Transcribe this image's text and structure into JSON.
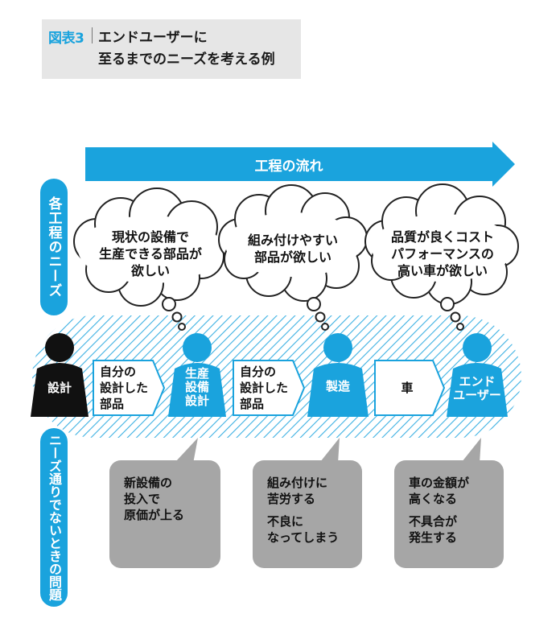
{
  "header": {
    "figure_number": "図表3",
    "title_line1": "エンドユーザーに",
    "title_line2": "至るまでのニーズを考える例"
  },
  "flow_arrow": {
    "label": "工程の流れ"
  },
  "side_labels": {
    "needs": "各工程のニーズ",
    "problems": "ニーズ通りでないときの問題"
  },
  "needs_bubbles": [
    {
      "lines": [
        "現状の設備で",
        "生産できる部品が",
        "欲しい"
      ]
    },
    {
      "lines": [
        "組み付けやすい",
        "部品が欲しい"
      ]
    },
    {
      "lines": [
        "品質が良くコスト",
        "パフォーマンスの",
        "高い車が欲しい"
      ]
    }
  ],
  "actors": [
    {
      "lines": [
        "設計"
      ]
    },
    {
      "lines": [
        "生産",
        "設備",
        "設計"
      ]
    },
    {
      "lines": [
        "製造"
      ]
    },
    {
      "lines": [
        "エンド",
        "ユーザー"
      ]
    }
  ],
  "transfers": [
    {
      "lines": [
        "自分の",
        "設計した",
        "部品"
      ]
    },
    {
      "lines": [
        "自分の",
        "設計した",
        "部品"
      ]
    },
    {
      "lines": [
        "車"
      ]
    }
  ],
  "problems": [
    {
      "lines": [
        "新設備の",
        "投入で",
        "原価が上る"
      ]
    },
    {
      "lines": [
        "組み付けに",
        "苦労する",
        "",
        "不良に",
        "なってしまう"
      ]
    },
    {
      "lines": [
        "車の金額が",
        "高くなる",
        "",
        "不具合が",
        "発生する"
      ]
    }
  ],
  "colors": {
    "accent": "#1aa3dd",
    "black_figure": "#111111",
    "problem_box": "#a6a6a6",
    "header_bg": "#e6e6e6",
    "hatch": "#1aa3dd"
  }
}
